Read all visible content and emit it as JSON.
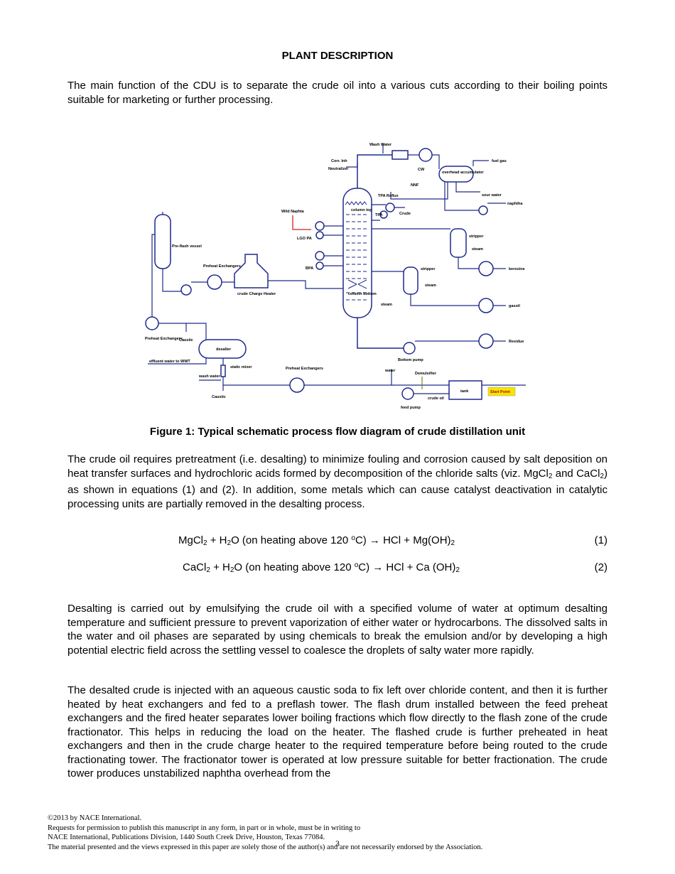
{
  "title": "PLANT DESCRIPTION",
  "intro": "The main function of the CDU is to separate the crude oil into a various cuts according to their boiling points suitable for marketing or further processing.",
  "figure": {
    "caption": "Figure 1: Typical schematic process flow diagram of crude distillation unit",
    "labels": {
      "wash_water": "Wash Water",
      "corr_inh": "Corr. Inh",
      "neutralizer": "Neutralizer",
      "cw": "CW",
      "fuel_gas": "fuel gas",
      "overhead_accumulator": "overhead accumulator",
      "sour_water": "sour water",
      "naphtha": "naphtha",
      "nnf": "NNF",
      "tpa_reflux": "TPA Reflux",
      "tpa": "TPA",
      "crude": "Crude",
      "column_top": "column top",
      "wild_naphta": "Wild Naphta",
      "lgo_pa": "LGO PA",
      "bpa": "BPA",
      "column_bottom": "column bottom",
      "stripper1": "stripper",
      "steam1": "steam",
      "kerosine": "kerosine",
      "stripper2": "stripper",
      "steam2": "steam",
      "steam3": "steam",
      "gasoil": "gasoil",
      "residue": "Residue",
      "preflash_vessel": "Pre-flash vessel",
      "preheat_exchangers_1": "Preheat Exchangers",
      "crude_charge_heater": "crude Charge Heater",
      "preheat_exchangers_2": "Preheat Exchangers",
      "caustic_1": "Caustic",
      "desalter": "desalter",
      "effluent": "effluent water to WWT",
      "static_mixer": "static mixer",
      "wash_water_2": "wash water",
      "caustic_2": "Caustic",
      "preheat_exchangers_3": "Preheat Exchangers",
      "water": "water",
      "demulsifier": "Demulsifier",
      "bottom_pump": "Bottom pump",
      "tank": "tank",
      "crude_oil": "crude oil",
      "feed_pump": "feed pump",
      "start_point": "Start Point"
    }
  },
  "para2": {
    "part1": "The crude oil requires pretreatment (i.e. desalting) to minimize fouling and corrosion caused by salt deposition on heat transfer surfaces and hydrochloric acids formed by decomposition of the chloride salts (viz. MgCl",
    "sub1": "2",
    "part2": "  and CaCl",
    "sub2": "2",
    "part3": ") as shown in equations (1) and (2). In addition, some metals which can cause catalyst deactivation in catalytic processing units are partially removed in the desalting process."
  },
  "equations": [
    {
      "a": "MgCl",
      "a_sub": "2",
      "b": " + H",
      "b_sub": "2",
      "c": "O   (on heating above 120 ",
      "deg": "o",
      "d": "C)   →  HCl + Mg(OH)",
      "d_sub": "2",
      "num": "(1)"
    },
    {
      "a": "CaCl",
      "a_sub": "2",
      "b": " + H",
      "b_sub": "2",
      "c": "O  (on heating above 120 ",
      "deg": "o",
      "d": "C)   → HCl + Ca (OH)",
      "d_sub": "2",
      "num": "(2)"
    }
  ],
  "para3": "Desalting is carried out by emulsifying the crude oil with a specified volume of water at optimum desalting temperature and sufficient pressure to prevent vaporization of either water or hydrocarbons. The dissolved salts in the water and oil phases are separated by using chemicals to break the emulsion and/or by developing a high potential electric field across the settling vessel to coalesce the droplets of salty water more rapidly.",
  "para4": "The desalted crude is injected with an aqueous caustic soda to fix left over chloride content, and then it is further heated by heat exchangers and fed to a preflash tower. The flash drum installed between the feed preheat exchangers and the fired heater separates lower boiling fractions which flow directly to the flash zone of the crude fractionator.  This helps in reducing the load on the heater.  The flashed crude is further preheated in heat exchangers and then in the crude charge heater to the required temperature before being routed to the crude fractionating tower. The fractionator tower is operated at low pressure suitable for better fractionation.  The crude tower produces unstabilized naphtha overhead from the",
  "footer": {
    "line1": "©2013 by NACE International.",
    "line2": "Requests for permission to publish this manuscript in any form, in part or in whole, must be in writing to",
    "line3": "NACE International, Publications Division, 1440 South Creek Drive, Houston, Texas 77084.",
    "line4": "The material presented and the views expressed in this paper are solely those of the author(s) and are not necessarily endorsed by the Association."
  },
  "page_number": "3",
  "colors": {
    "pipe": "#1f2a8a",
    "start_point_fill": "#f5e600",
    "wild_naphta_line": "#d81f1f"
  }
}
